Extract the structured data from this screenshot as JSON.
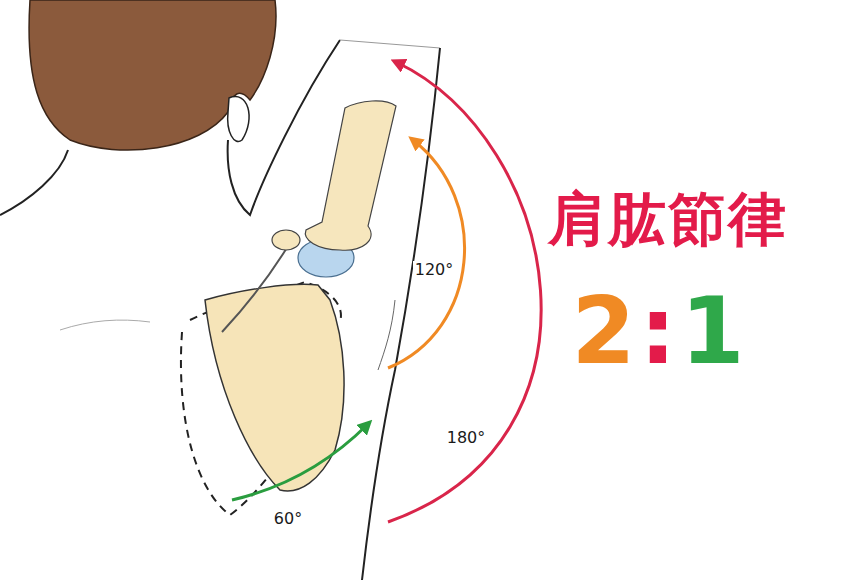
{
  "diagram": {
    "title": "肩肱節律",
    "labels": [
      "2:1",
      "120°",
      "180°",
      "60°"
    ]
  }
}
